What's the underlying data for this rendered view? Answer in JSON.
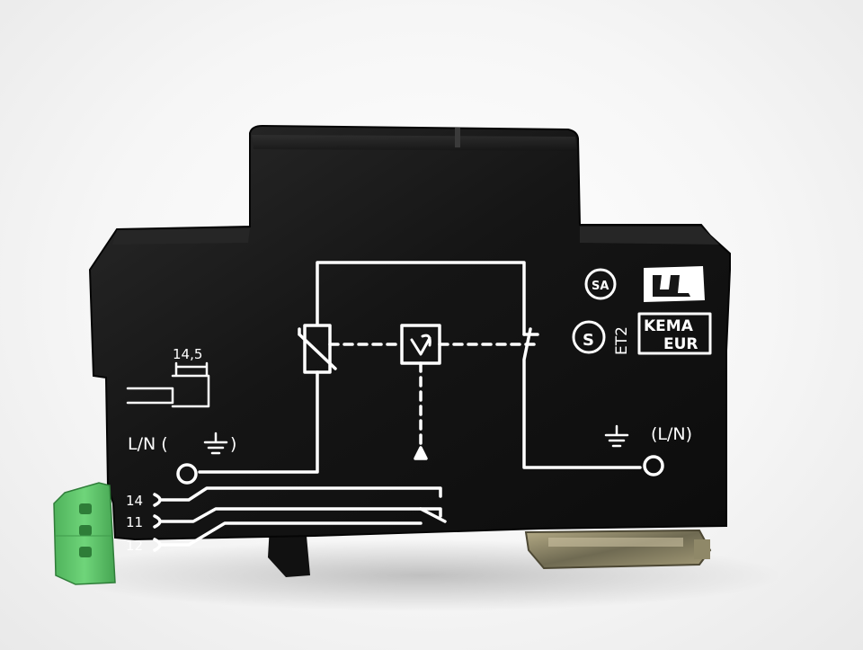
{
  "device": {
    "labels": {
      "strip_length": "14,5",
      "left_terminal": "L/N (",
      "left_terminal_close": ")",
      "right_terminal_label": "(L/N)",
      "contact_14": "14",
      "contact_11": "11",
      "contact_12": "12",
      "cert_et2": "ET2",
      "kema_top": "KEMA",
      "kema_bottom": "EUR",
      "csa_mark": "SA",
      "ul_mark": "UL"
    },
    "colors": {
      "housing": "#161616",
      "print": "#ffffff",
      "terminal_block": "#5cc768",
      "din_clip": "#8a8266"
    }
  }
}
